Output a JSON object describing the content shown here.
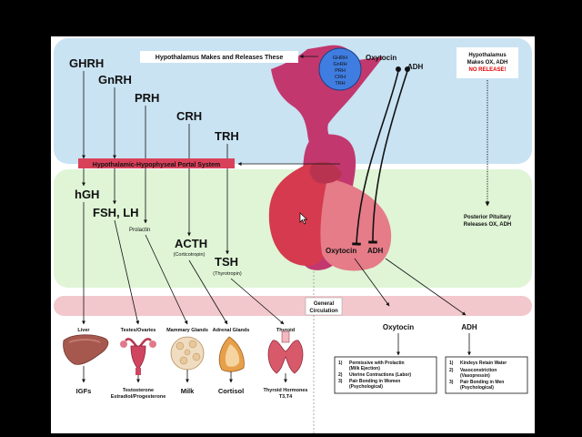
{
  "colors": {
    "blue_band": "#c9e3f3",
    "green_band": "#dff5d6",
    "pink_band": "#f2c8cc",
    "pituitary_magenta": "#c2386e",
    "pituitary_red": "#d63a4e",
    "posterior_pink": "#e57c88",
    "portal_label_bg": "#d9415a",
    "circle_blue": "#3f7de0",
    "no_release_red": "#e00000"
  },
  "banner": {
    "hypothalamus_makes": "Hypothalamus Makes and Releases These",
    "portal_system": "Hypothalamic-Hypophyseal Portal System"
  },
  "circle_hormones": [
    "GHRH",
    "GnRH",
    "PRH",
    "CRH",
    "TRH"
  ],
  "releasing_hormones": {
    "ghrh": "GHRH",
    "gnrh": "GnRH",
    "prh": "PRH",
    "crh": "CRH",
    "trh": "TRH"
  },
  "posterior_labels": {
    "oxytocin_top": "Oxytocin",
    "adh_top": "ADH",
    "oxytocin_pit": "Oxytocin",
    "adh_pit": "ADH",
    "oxytocin_circ": "Oxytocin",
    "adh_circ": "ADH"
  },
  "hypothalamus_note": {
    "line1": "Hypothalamus",
    "line2": "Makes OX, ADH",
    "line3": "NO RELEASE!"
  },
  "posterior_note": {
    "line1": "Posterior Pituitary",
    "line2": "Releases OX, ADH"
  },
  "anterior_hormones": {
    "hgh": "hGH",
    "fsh_lh": "FSH, LH",
    "prolactin": "Prolactin",
    "acth": "ACTH",
    "acth_sub": "(Corticotropin)",
    "tsh": "TSH",
    "tsh_sub": "(Thyrotropin)"
  },
  "general_circulation": {
    "line1": "General",
    "line2": "Circulation"
  },
  "targets": {
    "liver": "Liver",
    "testes": "Testes/Ovaries",
    "mammary": "Mammary Glands",
    "adrenal": "Adrenal Glands",
    "thyroid": "Thyroid"
  },
  "products": {
    "igfs": "IGFs",
    "testosterone": "Testosterone",
    "estradiol": "Estradiol/Progesterone",
    "milk": "Milk",
    "cortisol": "Cortisol",
    "thyroid_hormones": "Thyroid Hormones",
    "t3t4": "T3,T4"
  },
  "oxytocin_effects": [
    {
      "n": "1)",
      "line1": "Permissive with Prolactin",
      "line2": "(Milk Ejection)"
    },
    {
      "n": "2)",
      "line1": "Uterine Contractions (Labor)",
      "line2": ""
    },
    {
      "n": "3)",
      "line1": "Pair Bonding in Women",
      "line2": "(Psychological)"
    }
  ],
  "adh_effects": [
    {
      "n": "1)",
      "line1": "Kindeys Retain Water",
      "line2": ""
    },
    {
      "n": "2)",
      "line1": "Vasoconstriction",
      "line2": "(Vasopressin)"
    },
    {
      "n": "3)",
      "line1": "Pair Bonding in Men",
      "line2": "(Psychological)"
    }
  ]
}
